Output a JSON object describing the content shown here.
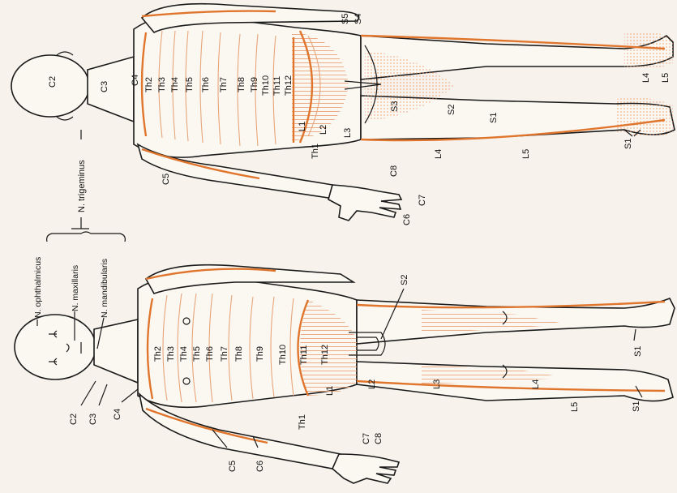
{
  "front_labels": {
    "n_ophthalmicus": "N. ophthalmicus",
    "n_maxillaris": "N. maxillaris",
    "n_mandibularis": "N. mandibularis",
    "n_trigeminus": "N. trigeminus",
    "c2": "C2",
    "c3": "C3",
    "c4": "C4",
    "c5": "C5",
    "c6": "C6",
    "c7": "C7",
    "c8": "C8",
    "th1": "Th1",
    "th2": "Th2",
    "th3": "Th3",
    "th4": "Th4",
    "th5": "Th5",
    "th6": "Th6",
    "th7": "Th7",
    "th8": "Th8",
    "th9": "Th9",
    "th10": "Th10",
    "th11": "Th11",
    "th12": "Th12",
    "l1": "L1",
    "l2": "L2",
    "l3": "L3",
    "l4": "L4",
    "l5": "L5",
    "s1_upper": "S1",
    "s1_lower": "S1",
    "s2": "S2"
  },
  "back_labels": {
    "c2": "C2",
    "c3": "C3",
    "c4": "C4",
    "c5": "C5",
    "c6": "C6",
    "c7": "C7",
    "c8": "C8",
    "th1": "Th1",
    "th2": "Th2",
    "th3": "Th3",
    "th4": "Th4",
    "th5": "Th5",
    "th6": "Th6",
    "th7": "Th7",
    "th8": "Th8",
    "th9": "Th9",
    "th10": "Th10",
    "th11": "Th11",
    "th12": "Th12",
    "l1": "L1",
    "l2": "L2",
    "l3": "L3",
    "l4_side": "L4",
    "l5_side": "L5",
    "l4_foot": "L4",
    "l5_foot": "L5",
    "s1_side": "S1",
    "s1_foot": "S1",
    "s2": "S2",
    "s3": "S3",
    "s4": "S4",
    "s5": "S5"
  },
  "colors": {
    "dermatome_line": "#e0762e",
    "dermatome_shade": "#f1c3a2",
    "outline": "#1a1a1a",
    "paper": "#f7f3ec"
  }
}
